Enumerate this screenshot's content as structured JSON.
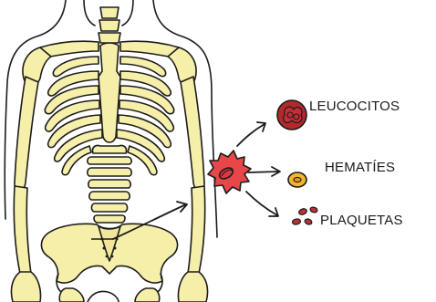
{
  "diagram": {
    "labels": {
      "leucocitos": "LEUCOCITOS",
      "hematies": "HEMATÍES",
      "plaquetas": "PLAQUETAS"
    },
    "colors": {
      "bone": "#f6efaa",
      "outline": "#1c1c1c",
      "stem_cell": "#e8474a",
      "leucocyte": "#b2282b",
      "erythrocyte": "#f2b431",
      "platelet": "#bd3037"
    },
    "icons": [
      "skeleton-illustration",
      "stem-cell-icon",
      "leucocyte-icon",
      "erythrocyte-icon",
      "platelet-icon",
      "arrow-icon"
    ]
  }
}
